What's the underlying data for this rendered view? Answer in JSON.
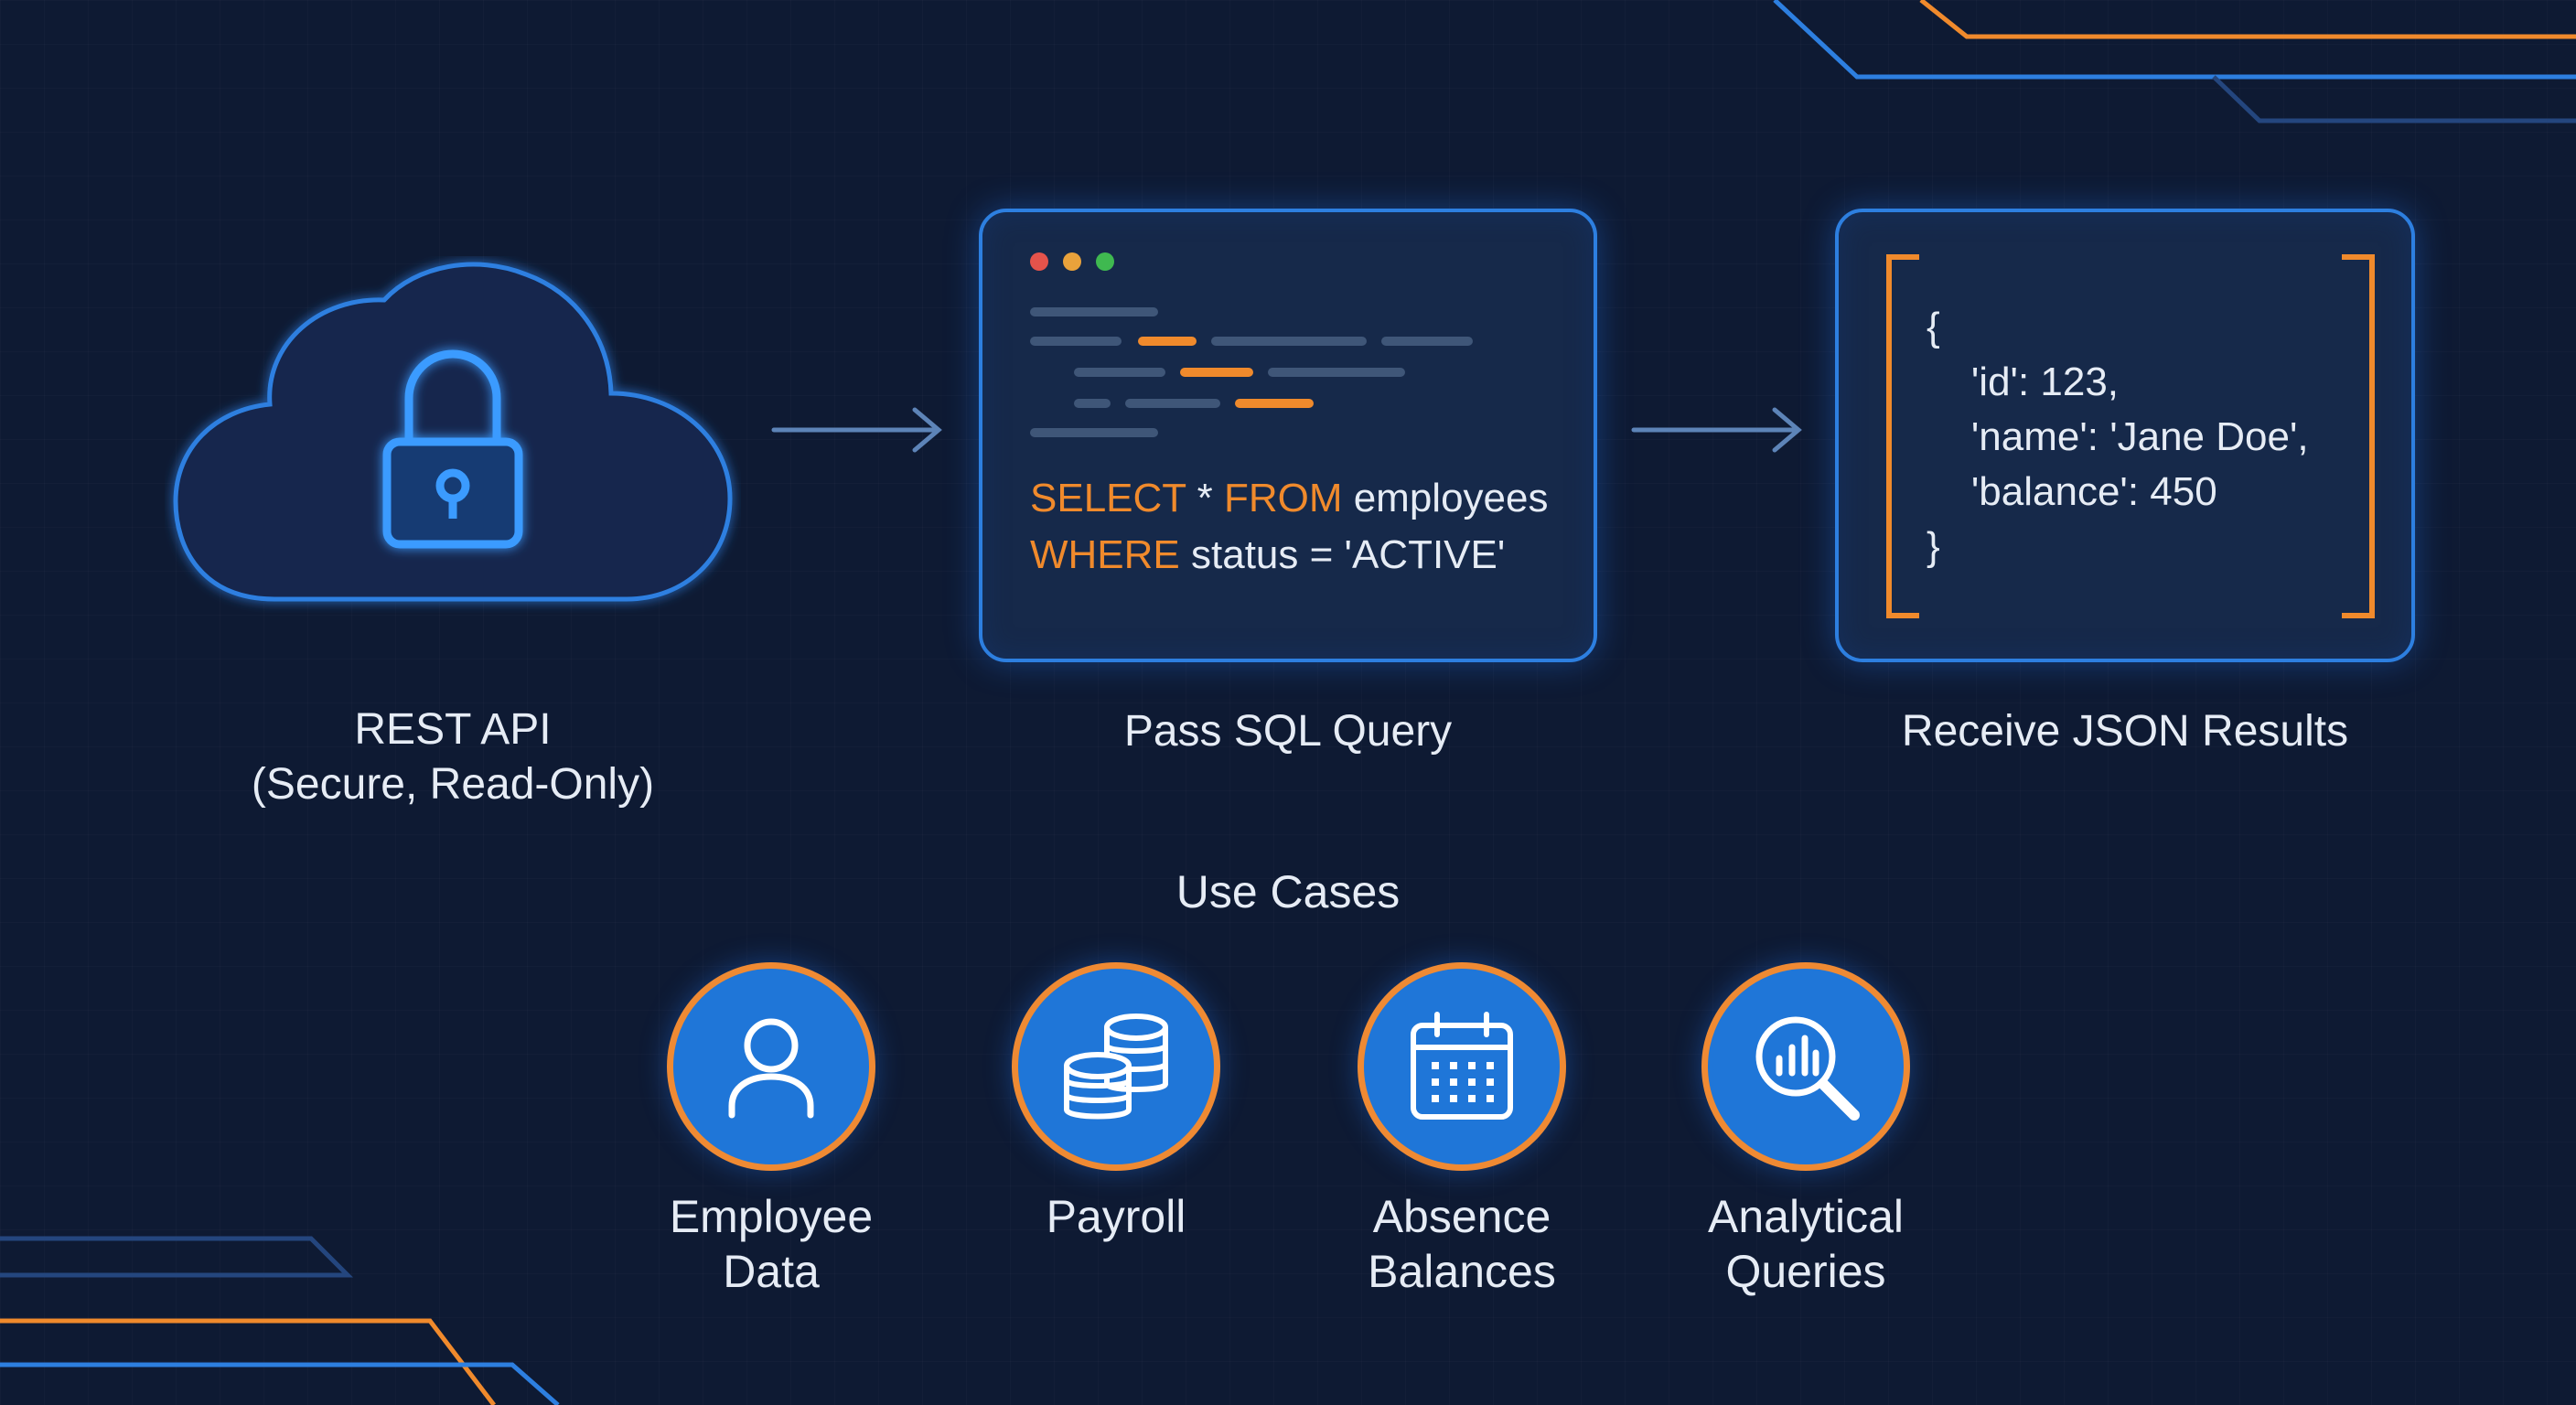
{
  "colors": {
    "background": "#0e1a33",
    "accent_blue": "#2d7fe0",
    "accent_orange": "#f08a2c",
    "text": "#e6ecf5"
  },
  "steps": [
    {
      "icon": "cloud-lock-icon",
      "caption_line1": "REST API",
      "caption_line2": "(Secure, Read-Only)"
    },
    {
      "icon": "code-window-icon",
      "caption": "Pass SQL Query",
      "sql": {
        "kw1": "SELECT",
        "mid1": " * ",
        "kw2": "FROM",
        "rest1": " employees",
        "kw3": "WHERE",
        "rest2": " status = 'ACTIVE'"
      }
    },
    {
      "icon": "json-bracket-icon",
      "caption": "Receive JSON Results",
      "json_text": "{\n    'id': 123,\n    'name': 'Jane Doe',\n    'balance': 450\n}"
    }
  ],
  "use_cases_title": "Use Cases",
  "use_cases": [
    {
      "icon": "user-icon",
      "label": "Employee\nData"
    },
    {
      "icon": "coins-stack-icon",
      "label": "Payroll"
    },
    {
      "icon": "calendar-icon",
      "label": "Absence\nBalances"
    },
    {
      "icon": "magnifier-chart-icon",
      "label": "Analytical\nQueries"
    }
  ]
}
